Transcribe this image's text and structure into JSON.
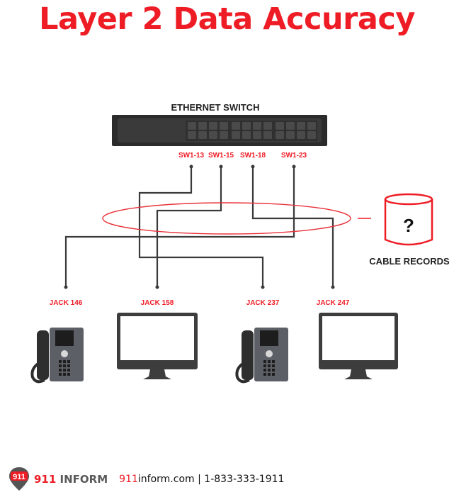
{
  "title": "Layer 2 Data Accuracy",
  "diagram": {
    "switch_label": "ETHERNET SWITCH",
    "ports": [
      "SW1-13",
      "SW1-15",
      "SW1-18",
      "SW1-23"
    ],
    "jacks": [
      "JACK 146",
      "JACK 158",
      "JACK 237",
      "JACK 247"
    ],
    "connections": [
      {
        "port": "SW1-13",
        "jack": "JACK 237"
      },
      {
        "port": "SW1-15",
        "jack": "JACK 158"
      },
      {
        "port": "SW1-18",
        "jack": "JACK 247"
      },
      {
        "port": "SW1-23",
        "jack": "JACK 146"
      }
    ],
    "devices": [
      "phone",
      "monitor",
      "phone",
      "monitor"
    ],
    "records_symbol": "?",
    "records_label": "CABLE RECORDS"
  },
  "footer": {
    "logo_badge": "911",
    "brand_num": "911",
    "brand_name": "INFORM",
    "site_num": "911",
    "site_rest": "inform.com",
    "separator": " | ",
    "phone": "1-833-333-1911"
  },
  "colors": {
    "accent": "#ee1c25",
    "wire": "#3a3a3a",
    "device": "#3d3d3d"
  }
}
